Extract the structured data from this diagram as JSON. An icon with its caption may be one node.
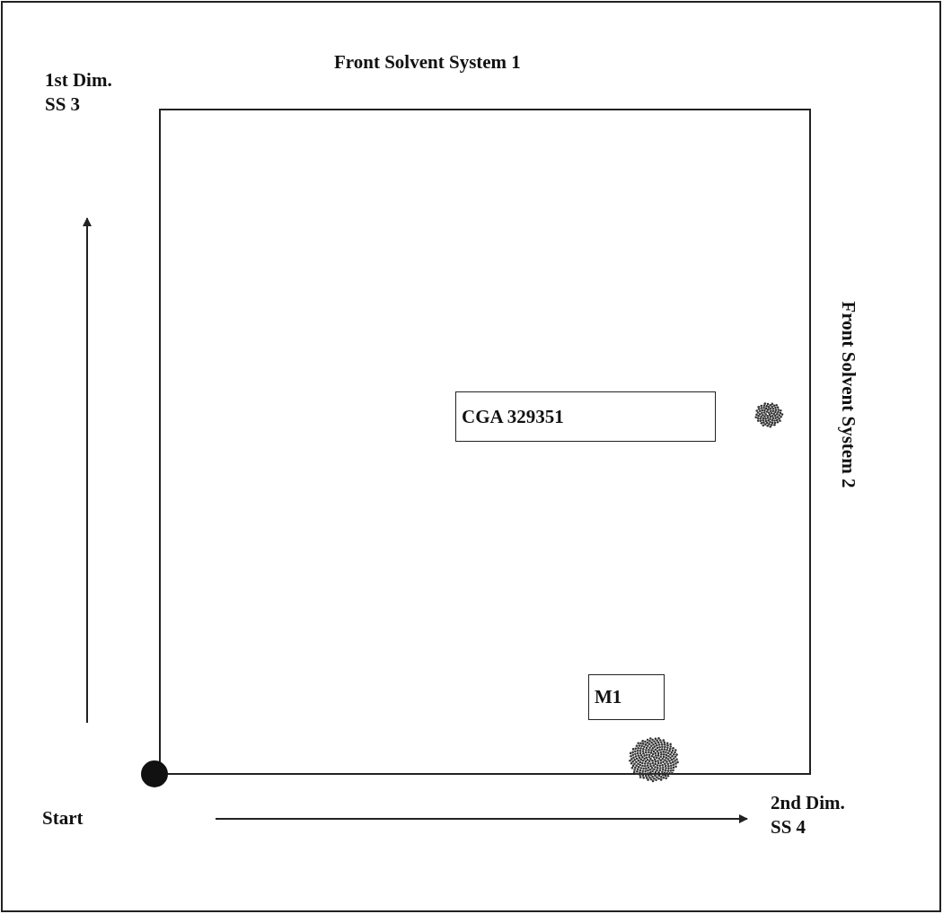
{
  "diagram": {
    "nodes": [
      {
        "text": [
          "CGA 329351"
        ]
      },
      {
        "text": [
          "M1"
        ]
      },
      {
        "text": [],
        "shape": "circle",
        "beside": [
          "Start"
        ]
      }
    ],
    "labels": [
      "1st Dim.",
      "SS 3",
      "Front Solvent System 1",
      "Front Solvent System 2",
      "2nd Dim.",
      "SS 4"
    ]
  }
}
